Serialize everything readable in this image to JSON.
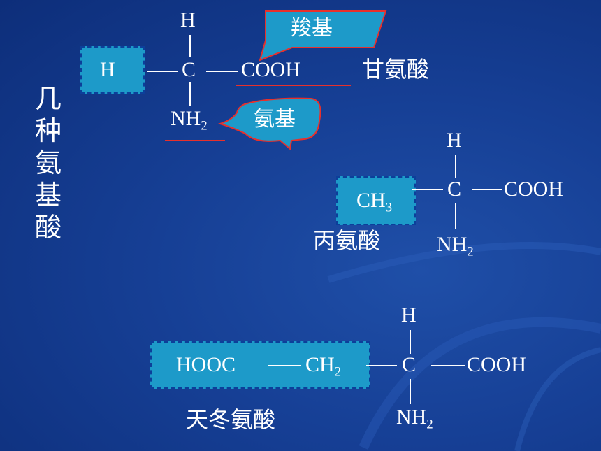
{
  "page_title": "几种氨基酸",
  "callouts": {
    "carboxyl": "羧基",
    "amino": "氨基"
  },
  "glycine": {
    "name": "甘氨酸",
    "h_top": "H",
    "r_group": "H",
    "carbon": "C",
    "cooh": "COOH",
    "nh": "NH",
    "nh_sub": "2"
  },
  "alanine": {
    "name": "丙氨酸",
    "h_top": "H",
    "r_group": "CH",
    "r_sub": "3",
    "carbon": "C",
    "cooh": "COOH",
    "nh": "NH",
    "nh_sub": "2"
  },
  "aspartic": {
    "name": "天冬氨酸",
    "h_top": "H",
    "r_part1": "HOOC",
    "r_part2": "CH",
    "r_part2_sub": "2",
    "carbon": "C",
    "cooh": "COOH",
    "nh": "NH",
    "nh_sub": "2"
  },
  "colors": {
    "background": "#163f95",
    "box_fill": "#1d9ac9",
    "box_border": "#0c3f9a",
    "callout_border": "#e8302b",
    "underline": "#e8302b"
  }
}
